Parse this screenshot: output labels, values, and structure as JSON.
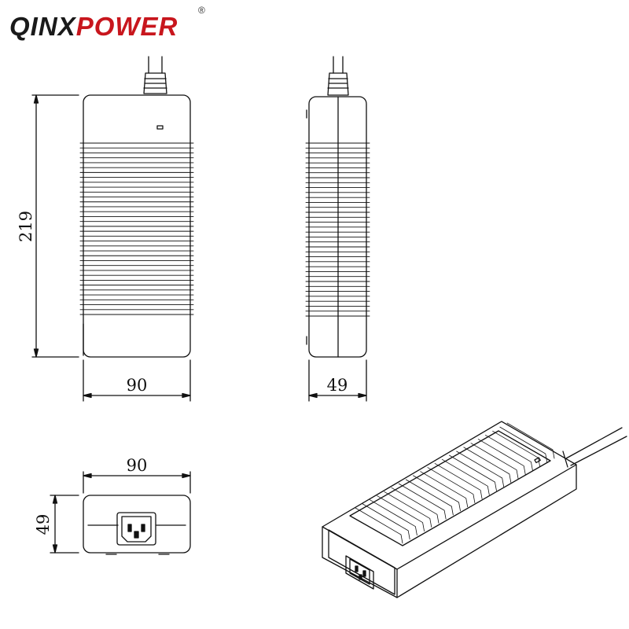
{
  "brand": {
    "name_dark": "QINX",
    "name_red": "POWER",
    "registered_mark": "®",
    "color_dark": "#1a1a1a",
    "color_red": "#c8161d"
  },
  "dimensions": {
    "top_length": "219",
    "top_width": "90",
    "side_depth": "49",
    "front_width": "90",
    "front_height": "49"
  },
  "style": {
    "line_color": "#111111",
    "background": "#ffffff"
  }
}
